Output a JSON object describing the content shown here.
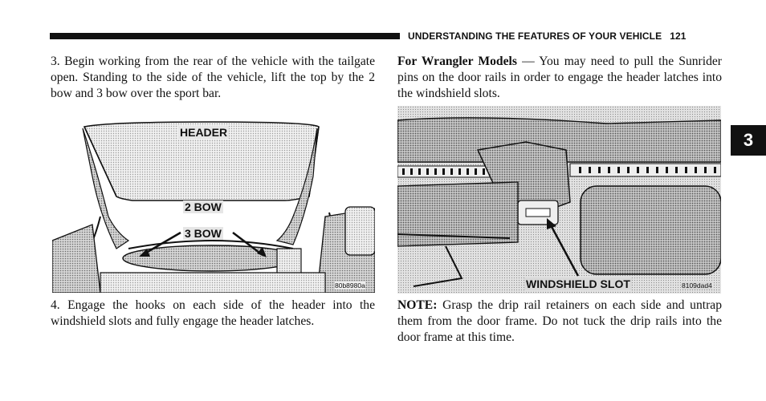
{
  "header": {
    "title": "UNDERSTANDING THE FEATURES OF YOUR VEHICLE",
    "page_number": "121"
  },
  "chapter_tab": "3",
  "left_column": {
    "paragraph1": "3. Begin working from the rear of the vehicle with the tailgate open. Standing to the side of the vehicle, lift the top by the 2 bow and 3 bow over the sport bar.",
    "figure": {
      "labels": {
        "header": "HEADER",
        "bow2": "2 BOW",
        "bow3": "3 BOW"
      },
      "code": "80b8980a"
    },
    "paragraph2": "4. Engage the hooks on each side of the header into the windshield slots and fully engage the header latches."
  },
  "right_column": {
    "paragraph1_lead": "For Wrangler Models",
    "paragraph1_rest": " — You may need to pull the Sunrider pins on the door rails in order to engage the header latches into the windshield slots.",
    "figure": {
      "label": "WINDSHIELD SLOT",
      "code": "8109dad4"
    },
    "note_lead": "NOTE:",
    "note_rest": "  Grasp the drip rail retainers on each side and untrap them from the door frame. Do not tuck the drip rails into the door frame at this time."
  },
  "colors": {
    "ink": "#111111",
    "paper": "#ffffff",
    "figure_gray": "#d9d9d9"
  }
}
